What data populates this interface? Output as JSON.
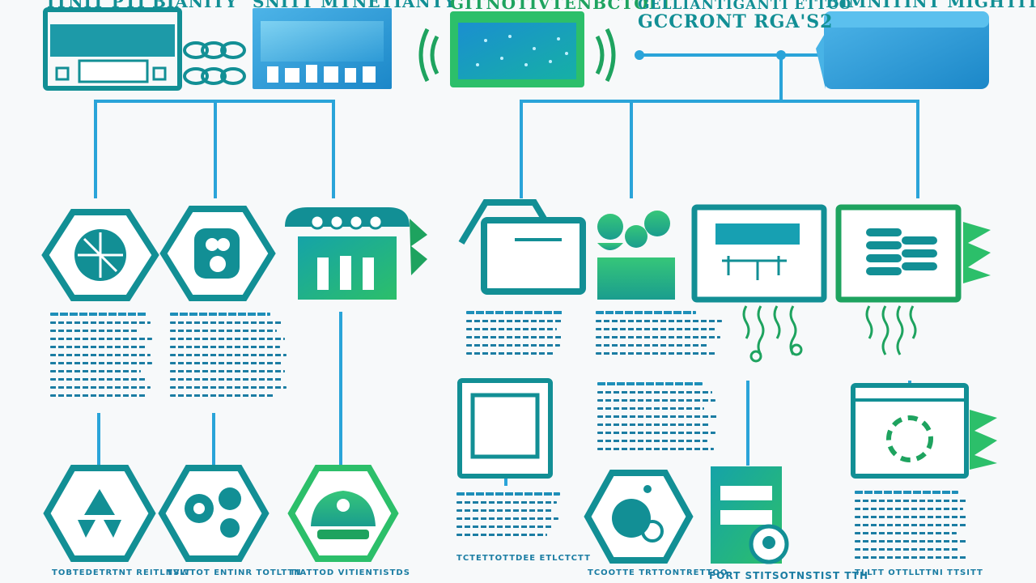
{
  "headers": {
    "h1": "ITNIT PTI BIANITY",
    "h2": "SNITT MTNETIANTY",
    "h3": "GITNOTIVTENBCTOLT",
    "h4a": "GELLIANTIGANTI ETTCO",
    "h4b": "GCCRONT RGA'S2",
    "h5": "BIMNITINT MIGHTITT"
  },
  "captions": {
    "c1": "TOBTEDETRTNT REITLNSLT",
    "c2": "TVWTOT ENTINR TOTLTTN",
    "c3": "TIATTOD VITIENTISTDS",
    "c4": "TCTETTOTTDEE ETLCTCTT",
    "c5": "TCOOTTE TRTTONTRETTOO",
    "c6": "FORT STITSOTNSTIST TTH",
    "c7": "TLLTT OTTLLTTNI TTSITT"
  },
  "colors": {
    "blue": "#1589c9",
    "teal": "#14999c",
    "green": "#27b36a",
    "dark_teal": "#0f7f86",
    "line": "#2aa4d9"
  }
}
